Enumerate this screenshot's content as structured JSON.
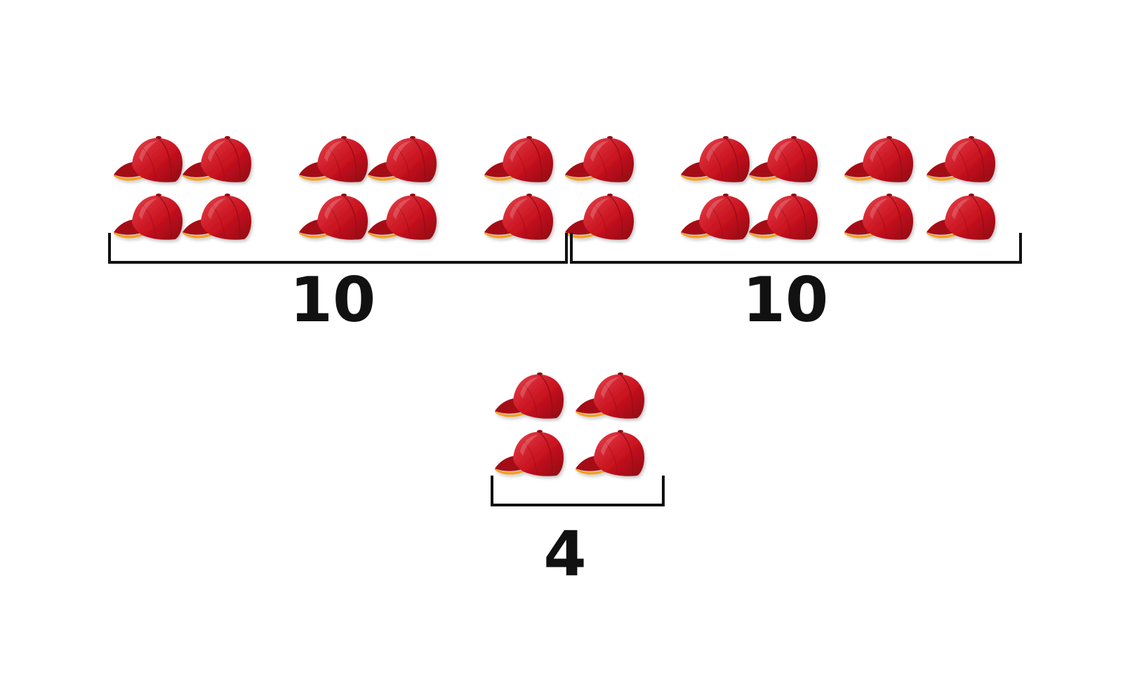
{
  "diagram": {
    "colors": {
      "cap_main": "#c8121f",
      "cap_dark": "#8e0a12",
      "cap_light": "#e5414a",
      "cap_brim_edge": "#f0a020",
      "bracket": "#111111"
    },
    "icon": "baseball-cap-icon",
    "groups": [
      {
        "label": "10",
        "count": 10
      },
      {
        "label": "10",
        "count": 10
      },
      {
        "label": "4",
        "count": 4
      }
    ]
  }
}
